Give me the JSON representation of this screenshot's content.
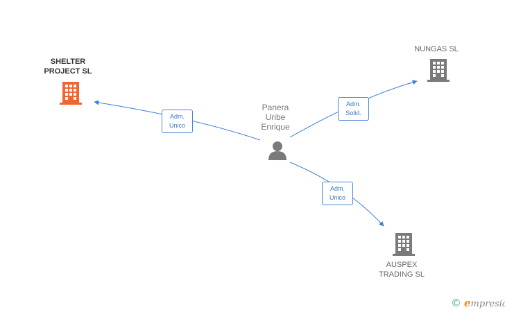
{
  "colors": {
    "edge": "#3a7fd6",
    "company": "#7a7a7a",
    "company_highlight": "#f26430",
    "person": "#7a7a7a",
    "brand_accent": "#f08a1c"
  },
  "person": {
    "name_lines": [
      "Panera",
      "Uribe",
      "Enrique"
    ],
    "icon": "person-icon"
  },
  "companies": [
    {
      "id": "shelter",
      "name_lines": [
        "SHELTER",
        "PROJECT SL"
      ],
      "icon": "building-icon",
      "highlight": true
    },
    {
      "id": "nungas",
      "name_lines": [
        "NUNGAS SL"
      ],
      "icon": "building-icon",
      "highlight": false
    },
    {
      "id": "auspex",
      "name_lines": [
        "AUSPEX",
        "TRADING SL"
      ],
      "icon": "building-icon",
      "highlight": false
    }
  ],
  "edges": [
    {
      "to": "shelter",
      "label_lines": [
        "Adm.",
        "Unico"
      ]
    },
    {
      "to": "nungas",
      "label_lines": [
        "Adm.",
        "Solid."
      ]
    },
    {
      "to": "auspex",
      "label_lines": [
        "Adm.",
        "Unico"
      ]
    }
  ],
  "brand": {
    "copyright": "©",
    "initial": "e",
    "rest": "mpresia"
  }
}
